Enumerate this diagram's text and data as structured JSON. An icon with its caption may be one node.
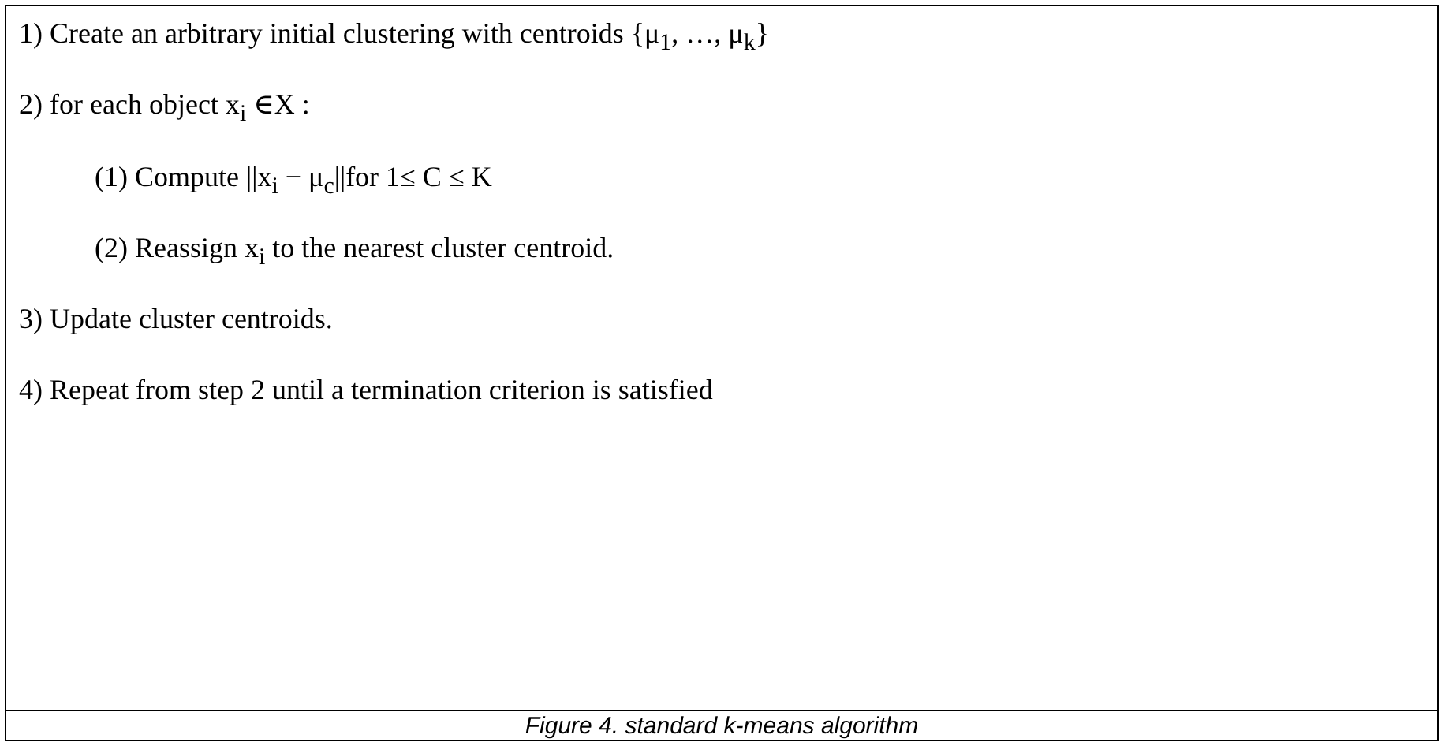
{
  "diagram": {
    "caption": "Figure 4. standard k-means algorithm",
    "nodes": [
      {
        "text": [
          "1) Create  an arbitrary initial clustering with centroids {μ$_{1}$, …, μ$_{k}$}",
          "2)  for each object  x$_{i}$ ∈X :",
          "(1) Compute ||x$_{i}$ − μ$_{c}$||for  1≤ C ≤ K",
          "(2) Reassign  x$_{i}$ to the nearest cluster centroid.",
          "3) Update cluster centroids.",
          "4) Repeat from step 2 until a termination criterion is satisfied"
        ]
      }
    ]
  }
}
